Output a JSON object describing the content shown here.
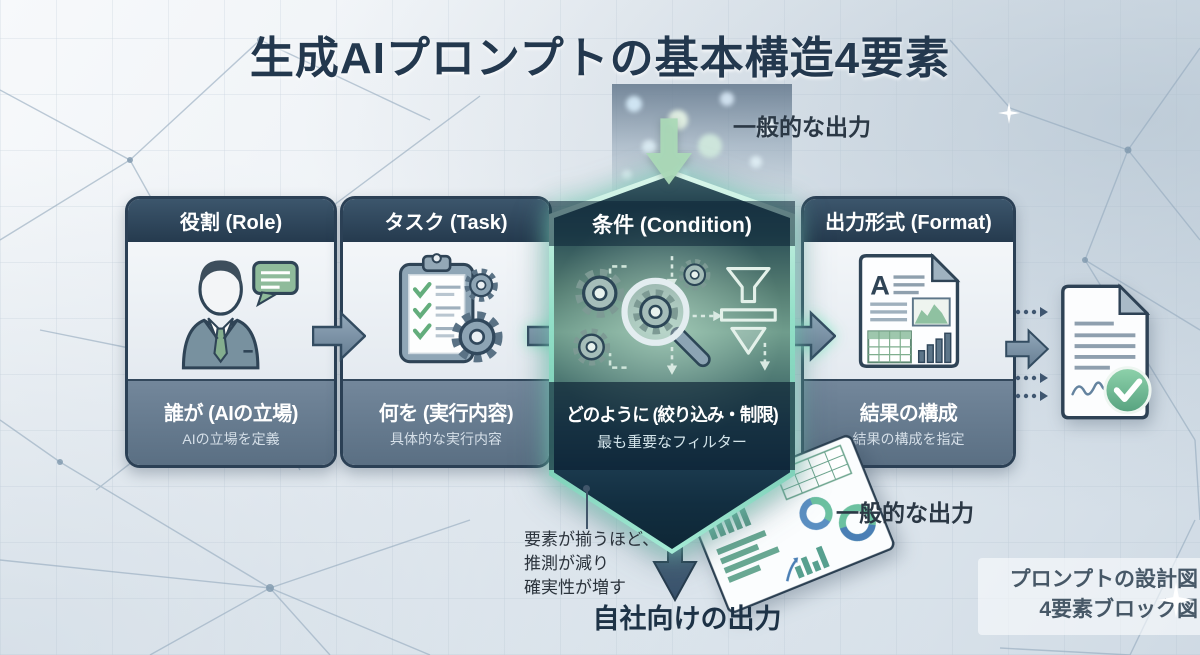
{
  "title": "生成AIプロンプトの基本構造4要素",
  "boxes": [
    {
      "header": "役割 (Role)",
      "main": "誰が (AIの立場)",
      "sub": "AIの立場を定義",
      "icon": "businessman-icon"
    },
    {
      "header": "タスク (Task)",
      "main": "何を (実行内容)",
      "sub": "具体的な実行内容",
      "icon": "clipboard-gears-icon"
    },
    {
      "header": "条件 (Condition)",
      "main": "どのように (絞り込み・制限)",
      "sub": "最も重要なフィルター",
      "icon": "filter-search-icon"
    },
    {
      "header": "出力形式 (Format)",
      "main": "結果の構成",
      "sub": "結果の構成を指定",
      "icon": "document-layout-icon"
    }
  ],
  "flow": {
    "generic_output_top": "一般的な出力",
    "generic_output_bottom": "一般的な出力",
    "custom_output": "自社向けの出力"
  },
  "annotation": {
    "line1": "要素が揃うほど、",
    "line2": "推測が減り",
    "line3": "確実性が増す"
  },
  "caption": {
    "line1": "プロンプトの設計図",
    "line2": "4要素ブロック図"
  },
  "icons": {
    "format_letter": "A",
    "list": [
      "businessman-icon",
      "clipboard-gears-icon",
      "filter-search-icon",
      "document-layout-icon",
      "down-arrow-icon",
      "right-arrow-icon",
      "dotted-arrow-icon",
      "checked-document-icon",
      "report-page-icon",
      "sparkle-icon"
    ]
  },
  "colors": {
    "accent_glow": "#9fe8d2",
    "navy": "#24384e",
    "header": "#2c4257",
    "slate_footer": "#64788c",
    "arrow": "#7d92a6",
    "green_check": "#77bd98",
    "mint_arrow": "#abd9b7"
  }
}
